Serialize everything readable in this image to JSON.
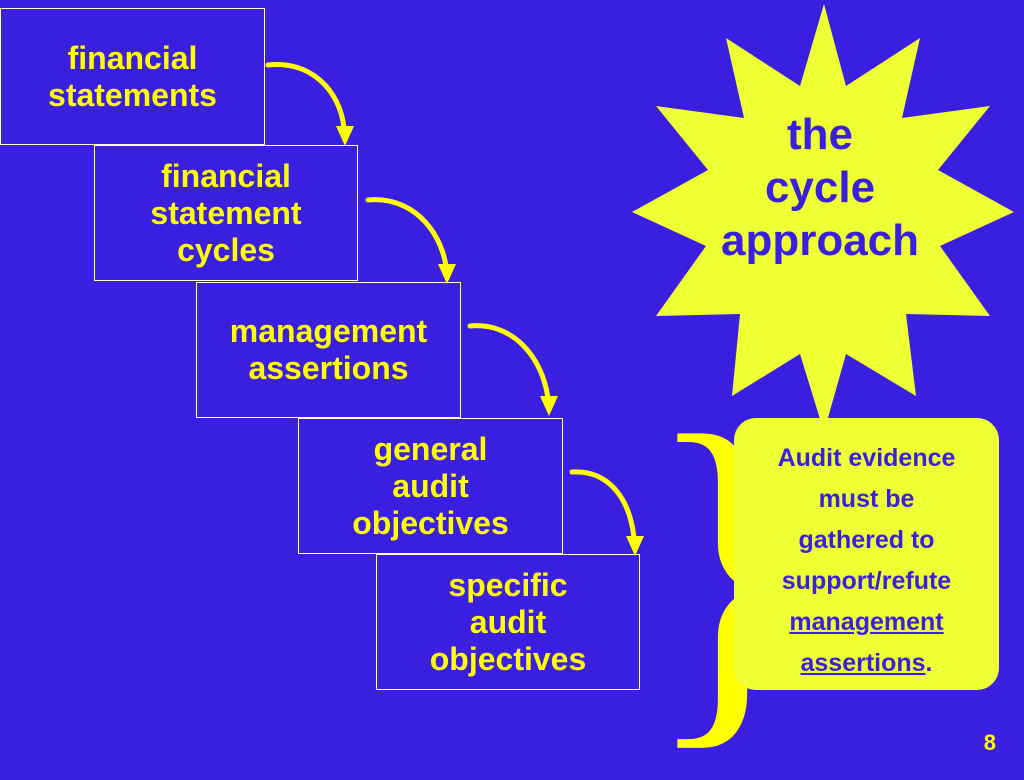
{
  "steps": [
    {
      "lines": [
        "financial",
        "statements"
      ]
    },
    {
      "lines": [
        "financial",
        "statement",
        "cycles"
      ]
    },
    {
      "lines": [
        "management",
        "assertions"
      ]
    },
    {
      "lines": [
        "general",
        "audit",
        "objectives"
      ]
    },
    {
      "lines": [
        "specific",
        "audit",
        "objectives"
      ]
    }
  ],
  "starburst": {
    "lines": [
      "the",
      "cycle",
      "approach"
    ]
  },
  "callout": {
    "line1": "Audit evidence",
    "line2": "must be",
    "line3": "gathered to",
    "line4": "support/refute",
    "underline1": "management",
    "underline2": "assertions",
    "end": "."
  },
  "page_number": "8",
  "colors": {
    "background": "#3a1fe0",
    "accent": "#ffff00",
    "callout_bg": "#eeff33"
  }
}
